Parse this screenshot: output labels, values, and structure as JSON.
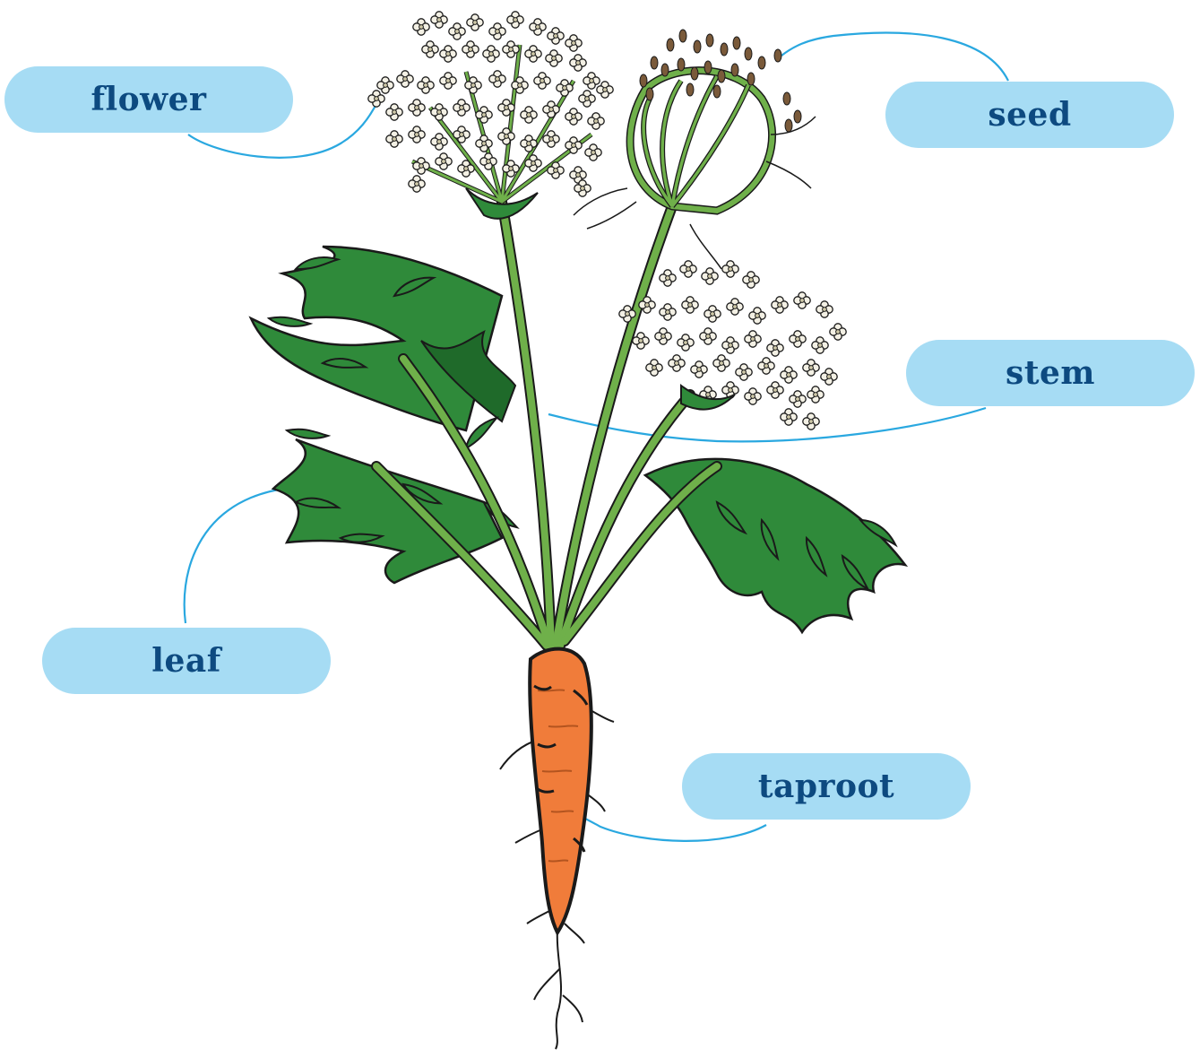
{
  "labels": {
    "flower": "flower",
    "seed": "seed",
    "stem": "stem",
    "leaf": "leaf",
    "taproot": "taproot"
  },
  "colors": {
    "label_bg": "#a6dcf4",
    "label_text": "#0d4a80",
    "leader_line": "#2aa8e0",
    "leaf": "#2f8a3a",
    "leaf_dark": "#1f6a2a",
    "stem": "#6fb04a",
    "carrot": "#f07c3a",
    "flower": "#f3f0e4",
    "seed": "#7a5a3a",
    "outline": "#1a1a1a"
  }
}
